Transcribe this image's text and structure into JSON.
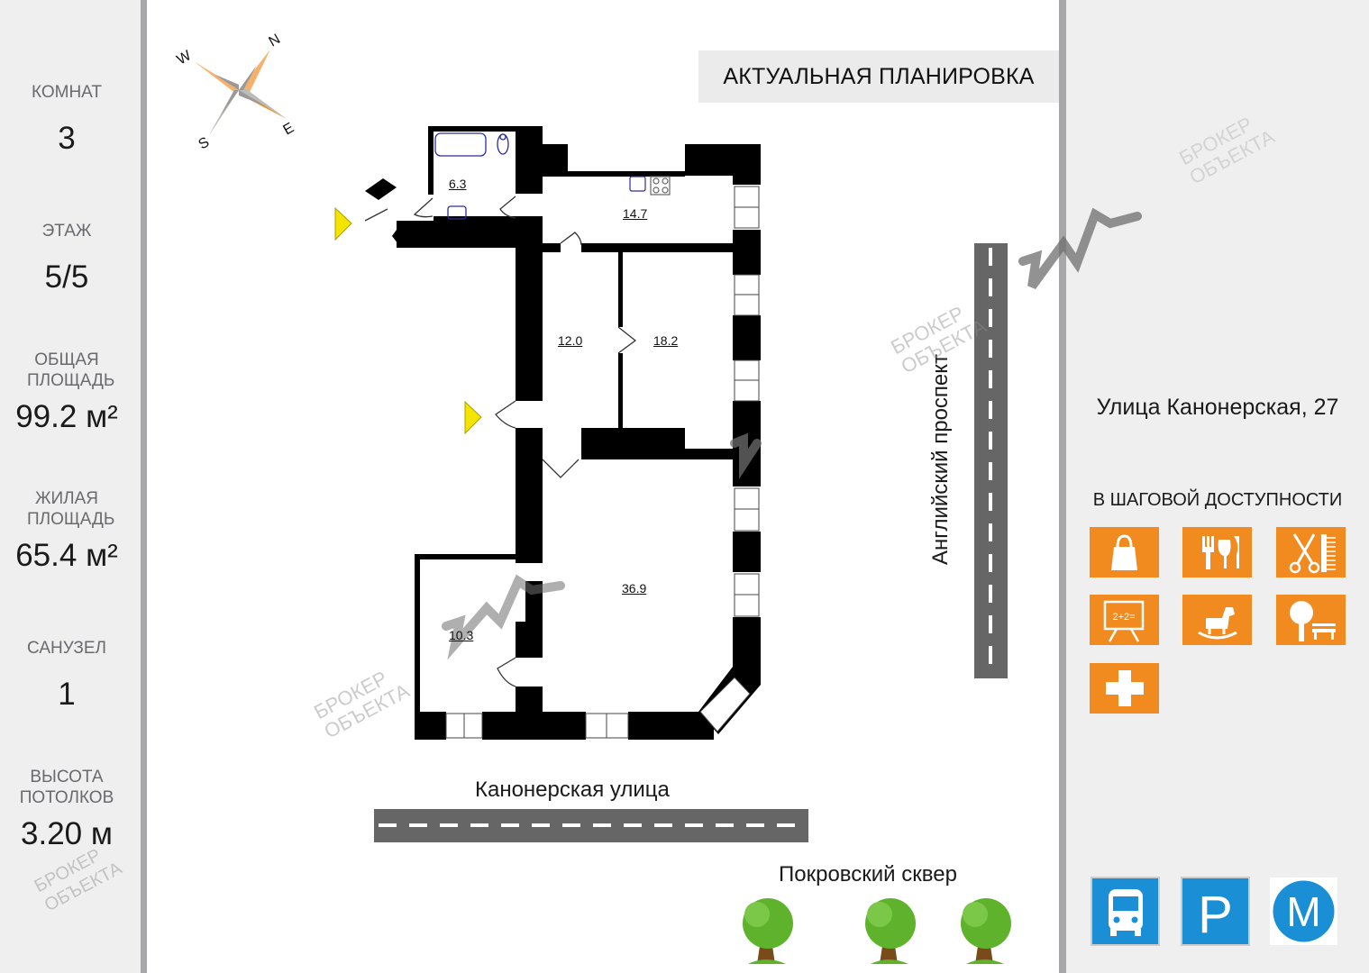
{
  "stats": [
    {
      "label": "КОМНАТ",
      "value": "3"
    },
    {
      "label": "ЭТАЖ",
      "value": "5/5"
    },
    {
      "label": "ОБЩАЯ ПЛОЩАДЬ",
      "value": "99.2 м²"
    },
    {
      "label": "ЖИЛАЯ ПЛОЩАДЬ",
      "value": "65.4 м²"
    },
    {
      "label": "САНУЗЕЛ",
      "value": "1"
    },
    {
      "label": "ВЫСОТА ПОТОЛКОВ",
      "value": "3.20 м"
    }
  ],
  "layout_title": "АКТУАЛЬНАЯ ПЛАНИРОВКА",
  "address": "Улица Канонерская,  27",
  "walk_title": "В ШАГОВОЙ ДОСТУПНОСТИ",
  "compass": {
    "n": "N",
    "s": "S",
    "e": "E",
    "w": "W"
  },
  "rooms": [
    {
      "id": "bathroom",
      "area": "6.3"
    },
    {
      "id": "kitchen",
      "area": "14.7"
    },
    {
      "id": "room-a",
      "area": "12.0"
    },
    {
      "id": "room-b",
      "area": "18.2"
    },
    {
      "id": "living",
      "area": "36.9"
    },
    {
      "id": "small-room",
      "area": "10.3"
    }
  ],
  "streets": {
    "bottom": "Канонерская улица",
    "right": "Английский проспект",
    "square": "Покровский сквер"
  },
  "watermark": {
    "line1": "БРОКЕР",
    "line2": "ОБЪЕКТА"
  },
  "amenities": [
    {
      "icon": "shopping-bag-icon"
    },
    {
      "icon": "restaurant-icon"
    },
    {
      "icon": "barber-icon"
    },
    {
      "icon": "school-icon"
    },
    {
      "icon": "kindergarten-icon"
    },
    {
      "icon": "park-icon"
    },
    {
      "icon": "medical-icon"
    }
  ],
  "school_board_text": "2+2=",
  "transport": {
    "bus": "bus-icon",
    "parking": "P",
    "metro": "M"
  },
  "colors": {
    "amenity": "#f18a1f",
    "transport_blue": "#1a8fd6",
    "compass": "#f08a1e",
    "door_marker": "#f5e400"
  }
}
